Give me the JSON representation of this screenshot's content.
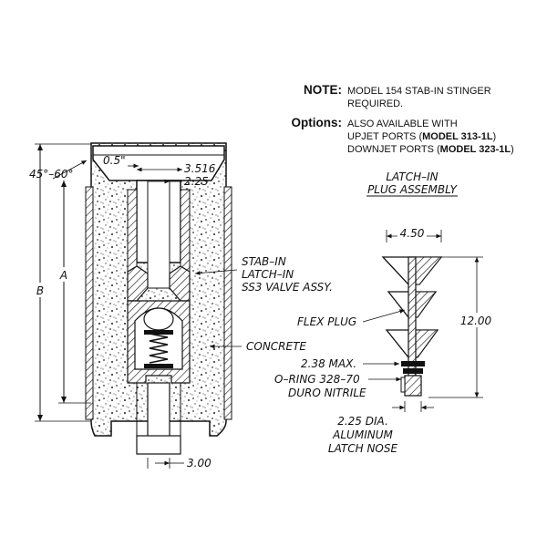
{
  "note": {
    "label": "NOTE:",
    "line1": "MODEL 154 STAB-IN STINGER",
    "line2": "REQUIRED."
  },
  "options": {
    "label": "Options:",
    "line1": "ALSO AVAILABLE WITH",
    "line2_prefix": "UPJET PORTS (",
    "line2_model": "MODEL 313-1L",
    "line2_suffix": ")",
    "line3_prefix": "DOWNJET PORTS (",
    "line3_model": "MODEL 323-1L",
    "line3_suffix": ")"
  },
  "plug_body": {
    "dimensions": {
      "angle": "45°–60°",
      "top_offset": "0.5\"",
      "top_width": "3.516",
      "bore": "2.25",
      "bottom_bore": "3.00",
      "height_a": "A",
      "height_b": "B"
    },
    "callouts": {
      "stab_in_1": "STAB–IN",
      "stab_in_2": "LATCH–IN",
      "stab_in_3": "SS3 VALVE ASSY.",
      "concrete": "CONCRETE"
    }
  },
  "latch_assembly": {
    "title_1": "LATCH–IN",
    "title_2": "PLUG ASSEMBLY",
    "width": "4.50",
    "height": "12.00",
    "flex_plug": "FLEX PLUG",
    "max": "2.38 MAX.",
    "oring_1": "O–RING 328–70",
    "oring_2": "DURO NITRILE",
    "nose_1": "2.25 DIA.",
    "nose_2": "ALUMINUM",
    "nose_3": "LATCH NOSE"
  }
}
